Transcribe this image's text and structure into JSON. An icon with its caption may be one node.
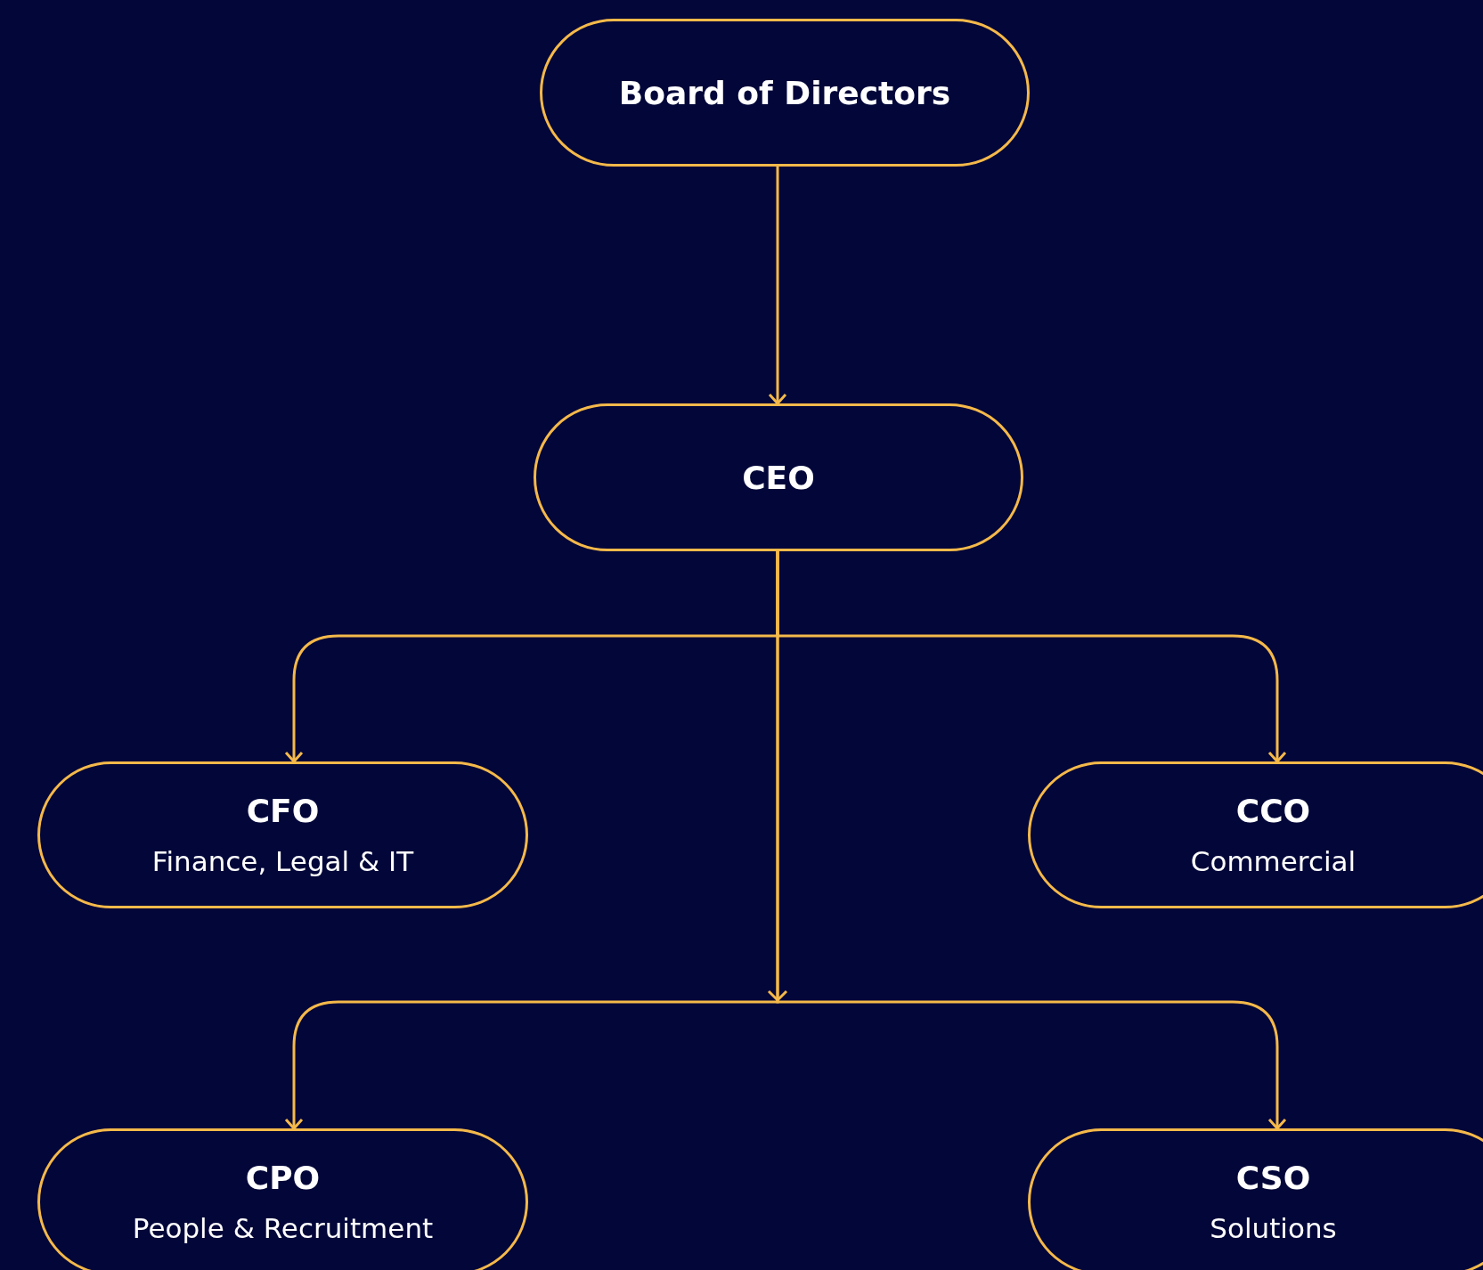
{
  "diagram": {
    "nodes": [
      {
        "text": [
          "Board of Directors"
        ]
      },
      {
        "text": [
          "CEO"
        ]
      },
      {
        "text": [
          "CFO",
          "Finance, Legal & IT"
        ]
      },
      {
        "text": [
          "CCO",
          "Commercial"
        ]
      },
      {
        "text": [
          "CPO",
          "People & Recruitment"
        ]
      },
      {
        "text": [
          "CSO",
          "Solutions"
        ]
      }
    ],
    "edges": [
      {
        "from": 0,
        "to": 1,
        "arrow": "to"
      },
      {
        "from": 1,
        "to": 2,
        "arrow": "to"
      },
      {
        "from": 1,
        "to": 3,
        "arrow": "to"
      },
      {
        "from": 1,
        "to": 4,
        "arrow": "to"
      },
      {
        "from": 1,
        "to": 5,
        "arrow": "to"
      }
    ]
  }
}
